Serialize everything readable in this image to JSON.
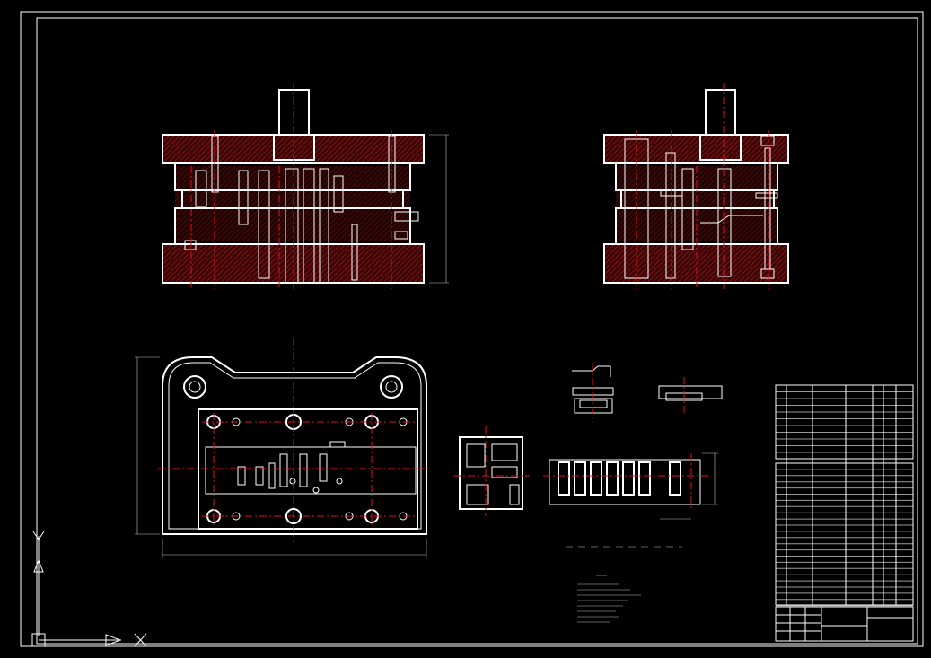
{
  "drawing": {
    "views": [
      {
        "name": "front-section"
      },
      {
        "name": "side-section"
      },
      {
        "name": "plan-view"
      },
      {
        "name": "part-detail"
      },
      {
        "name": "strip-layout"
      }
    ],
    "bom_rows": 34,
    "colors": {
      "outline": "#ffffff",
      "centerline": "#e0101a",
      "hatch": "#8a1010",
      "background": "#000000"
    },
    "icons": [
      "ucs-y-axis-icon",
      "ucs-x-axis-icon",
      "ucs-origin-icon"
    ]
  }
}
